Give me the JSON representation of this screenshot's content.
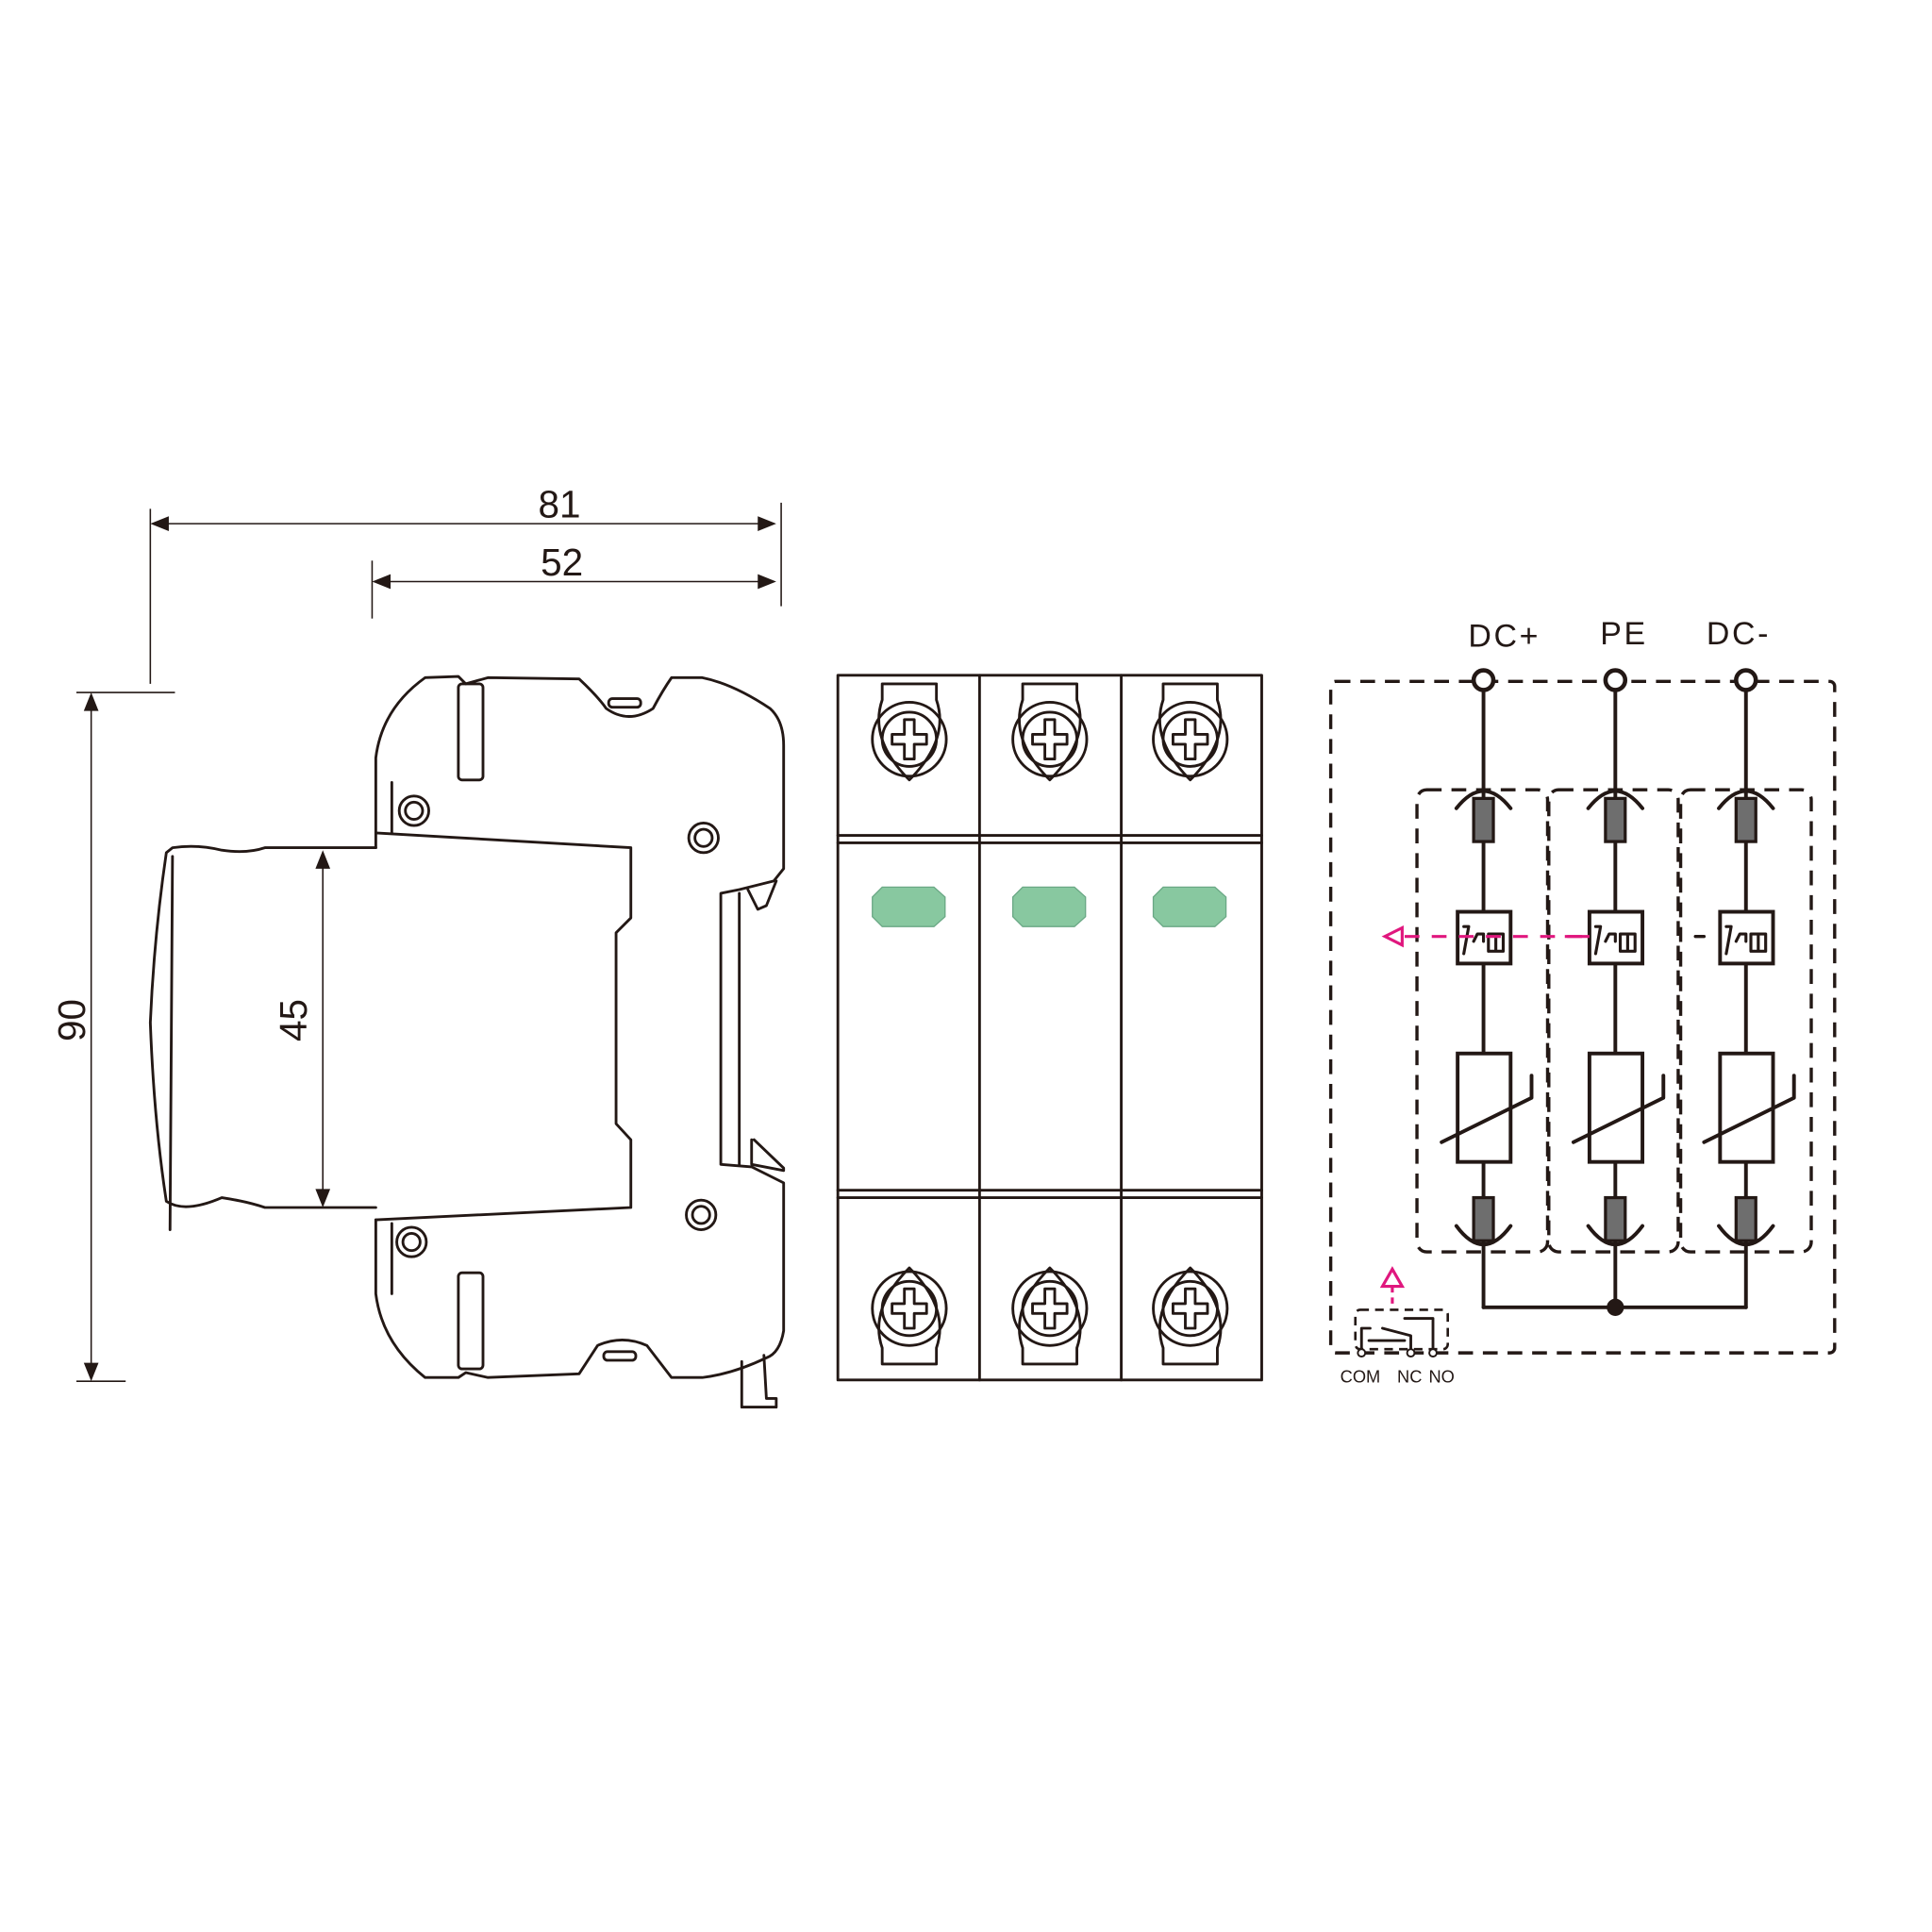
{
  "dimensions": {
    "width_total": "81",
    "width_body": "52",
    "height_total": "90",
    "height_front": "45"
  },
  "schematic": {
    "terminals": [
      "DC+",
      "PE",
      "DC-"
    ],
    "contacts": [
      "COM",
      "NC",
      "NO"
    ]
  },
  "colors": {
    "line": "#231815",
    "indicator": "#88c8a0",
    "signal": "#e0177e",
    "fuse": "#6e6e6e"
  }
}
